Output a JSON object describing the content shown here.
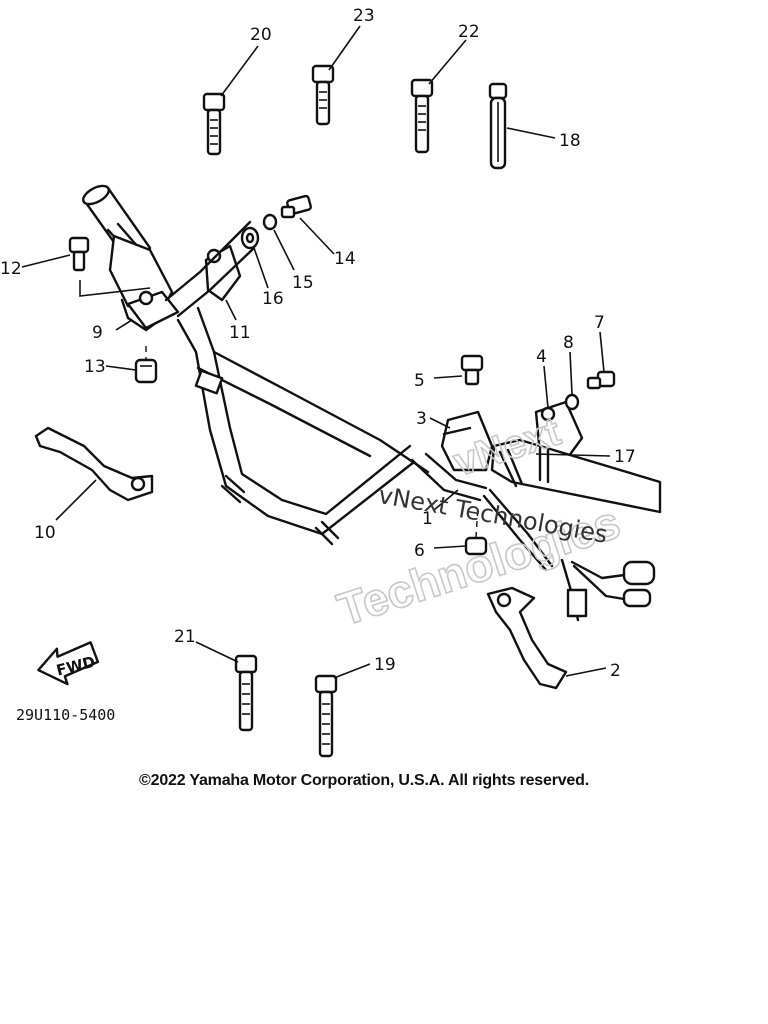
{
  "callouts": [
    "20",
    "23",
    "22",
    "18",
    "12",
    "14",
    "15",
    "16",
    "11",
    "9",
    "13",
    "7",
    "8",
    "4",
    "5",
    "3",
    "17",
    "1",
    "6",
    "10",
    "2",
    "21",
    "19"
  ],
  "direction_label": "FWD",
  "diagram_code": "29U110-5400",
  "watermark": {
    "line1": "vNext",
    "line2": "Technologies",
    "line3": "vNext Technologies"
  },
  "copyright": "©2022 Yamaha Motor Corporation, U.S.A. All rights reserved."
}
